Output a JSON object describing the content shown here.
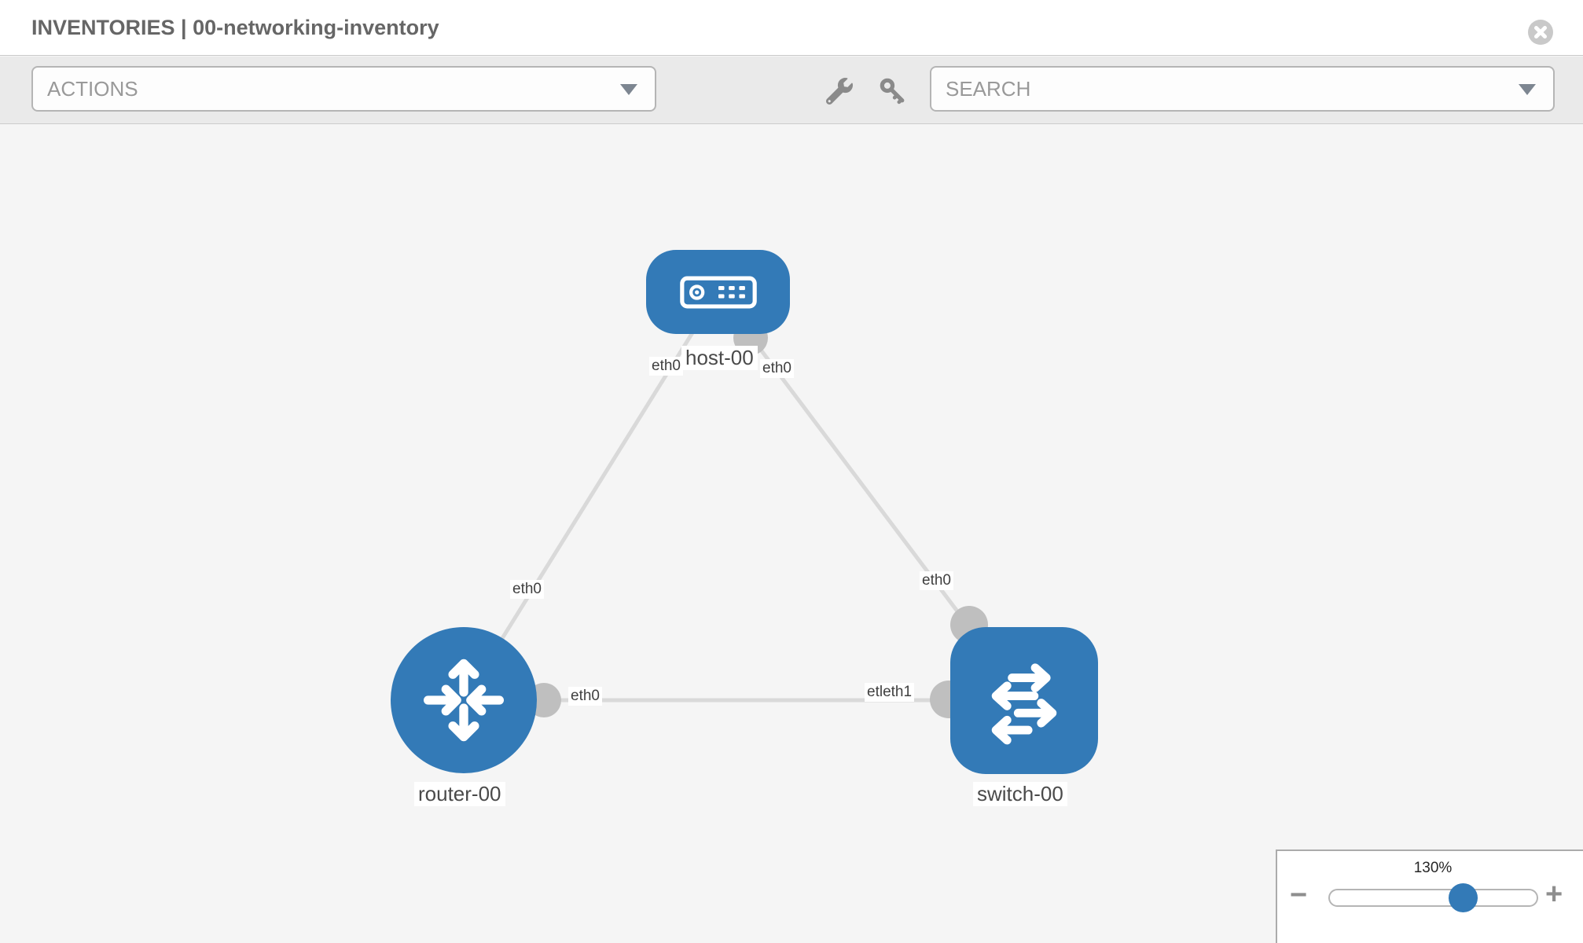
{
  "header": {
    "title": "INVENTORIES | 00-networking-inventory"
  },
  "toolbar": {
    "actions_label": "ACTIONS",
    "search_placeholder": "SEARCH"
  },
  "topology": {
    "nodes": [
      {
        "id": "host-00",
        "type": "host",
        "label": "host-00"
      },
      {
        "id": "router-00",
        "type": "router",
        "label": "router-00"
      },
      {
        "id": "switch-00",
        "type": "switch",
        "label": "switch-00"
      }
    ],
    "labels": {
      "host": "host-00",
      "router": "router-00",
      "switch": "switch-00",
      "eth_host_left": "eth0",
      "eth_host_right": "eth0",
      "eth_router_top": "eth0",
      "eth_switch_top": "eth0",
      "eth_router_link": "eth0",
      "eth_switch_link": "etleth1"
    },
    "links": [
      {
        "from": "host-00",
        "to": "router-00",
        "from_interface": "eth0",
        "to_interface": "eth0"
      },
      {
        "from": "host-00",
        "to": "switch-00",
        "from_interface": "eth0",
        "to_interface": "eth0"
      },
      {
        "from": "router-00",
        "to": "switch-00",
        "from_interface": "eth0",
        "to_interface": "etleth1"
      }
    ]
  },
  "zoom_control": {
    "level": "130%",
    "minus_label": "−",
    "plus_label": "+"
  },
  "colors": {
    "node_blue": "#337ab7",
    "link_gray": "#d9d9d9",
    "dot_gray": "#bfbfbf",
    "toolbar_bg": "#eaeaea",
    "canvas_bg": "#f5f5f5",
    "icon_gray": "#8a8a8a"
  }
}
